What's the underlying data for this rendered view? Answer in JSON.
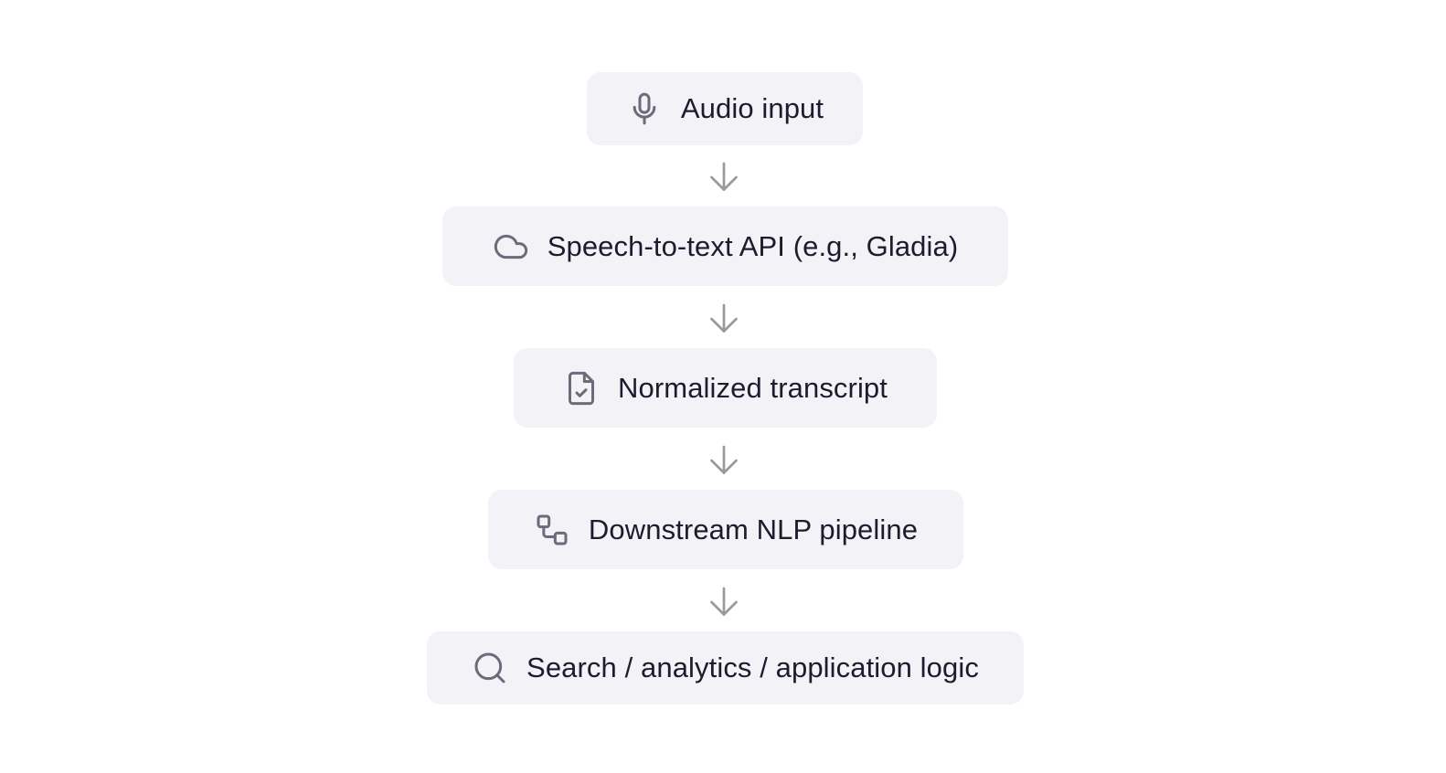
{
  "diagram": {
    "steps": [
      {
        "label": "Audio input",
        "icon": "microphone-icon"
      },
      {
        "label": "Speech-to-text API (e.g., Gladia)",
        "icon": "cloud-icon"
      },
      {
        "label": "Normalized transcript",
        "icon": "file-check-icon"
      },
      {
        "label": "Downstream NLP pipeline",
        "icon": "workflow-icon"
      },
      {
        "label": "Search / analytics / application logic",
        "icon": "search-icon"
      }
    ],
    "colors": {
      "box_background": "#f2f2f7",
      "text": "#1c1c2e",
      "icon": "#6b6b7b",
      "arrow": "#9a9a9a"
    }
  }
}
